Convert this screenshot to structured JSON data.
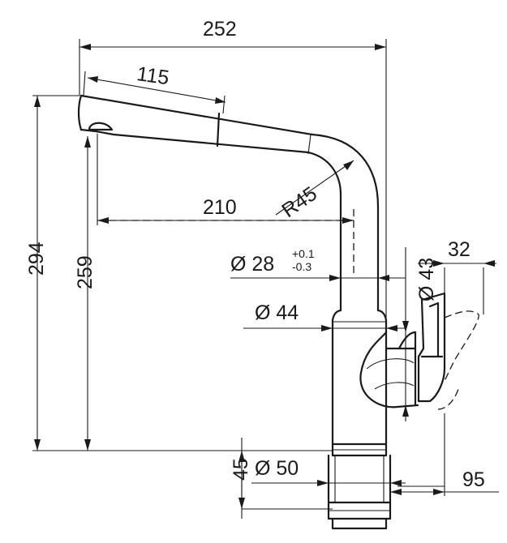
{
  "dimensions": {
    "overall_width": "252",
    "spout_length": "115",
    "reach": "210",
    "bend_radius": "R45",
    "overall_height": "294",
    "outlet_height": "259",
    "neck_diameter": "Ø 28",
    "neck_tol_upper": "+0.1",
    "neck_tol_lower": "-0.3",
    "body_diameter": "Ø 44",
    "lever_diameter": "Ø 43",
    "lever_width": "32",
    "base_diameter": "Ø 50",
    "base_height": "45",
    "base_to_lever": "95"
  }
}
